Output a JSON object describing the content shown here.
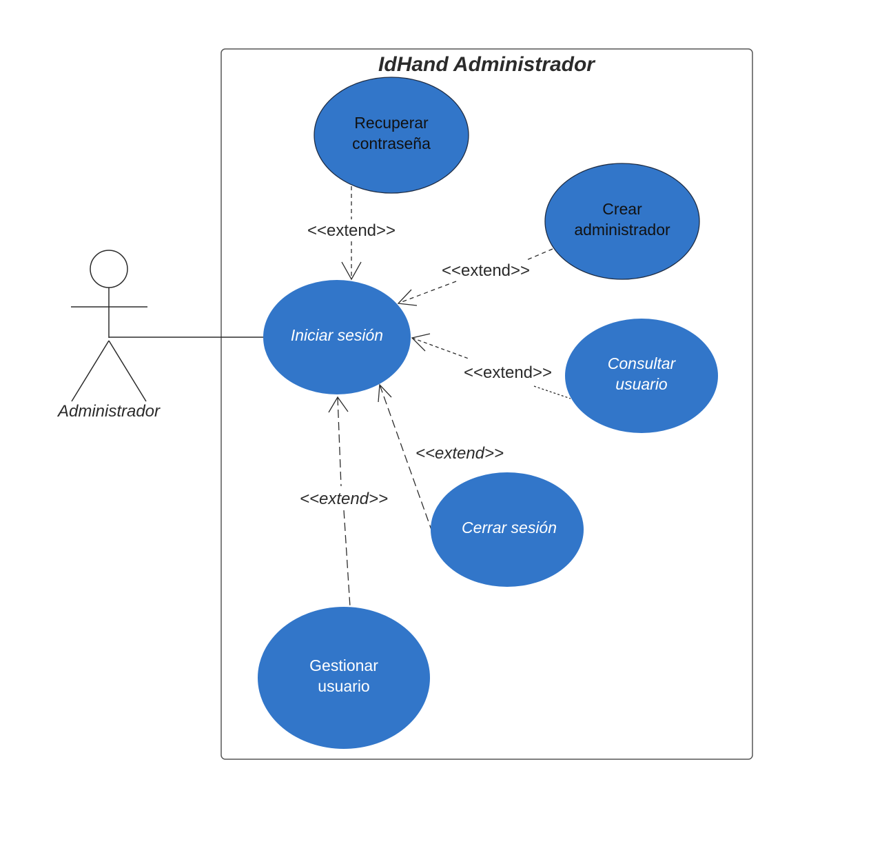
{
  "system": {
    "title": "IdHand Administrador"
  },
  "actor": {
    "label": "Administrador"
  },
  "use_cases": {
    "recuperar": {
      "line1": "Recuperar",
      "line2": "contraseña"
    },
    "crear": {
      "line1": "Crear",
      "line2": "administrador"
    },
    "iniciar": {
      "line1": "Iniciar sesión"
    },
    "consultar": {
      "line1": "Consultar",
      "line2": "usuario"
    },
    "cerrar": {
      "line1": "Cerrar sesión"
    },
    "gestionar": {
      "line1": "Gestionar",
      "line2": "usuario"
    }
  },
  "relations": {
    "recuperar": "<<extend>>",
    "crear": "<<extend>>",
    "consultar": "<<extend>>",
    "cerrar": "<<extend>>",
    "gestionar": "<<extend>>"
  },
  "colors": {
    "use_case_fill": "#3276c9",
    "stroke": "#2b2b2b"
  }
}
